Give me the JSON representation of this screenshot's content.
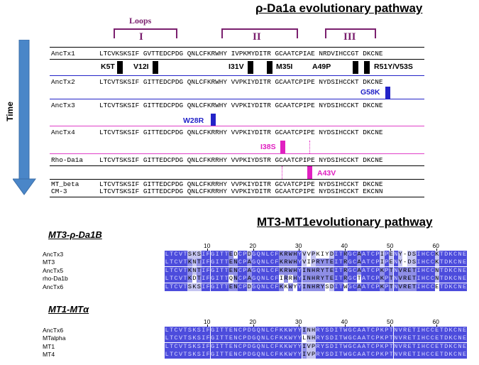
{
  "top": {
    "title": "ρ-Da1a evolutionary pathway",
    "time_label": "Time",
    "loops_label": "Loops",
    "loop_labels": [
      "I",
      "II",
      "III"
    ],
    "rows": [
      {
        "name": "AncTx1",
        "seq": "LTCVKSKSIF GVTTEDCPDG QNLCFKRWHY IVPKMYDITR GCAATCPIAE NRDVIHCCGT DKCNE",
        "line": "#000000"
      },
      {
        "name": "AncTx2",
        "seq": "LTCVTSKSIF GITTEDCPDG QNLCFKRWHY VVPKIYDITR GCAATCPIPE NYDSIHCCKT DKCNE",
        "line": "#2323c8"
      },
      {
        "name": "AncTx3",
        "seq": "LTCVTSKSIF GITTEDCPDG QNLCFKRWHY VVPKIYDITR GCAATCPIPE NYDSIHCCKT DKCNE",
        "line": "#2323c8"
      },
      {
        "name": "AncTx4",
        "seq": "LTCVTSKSIF GITTEDCPDG QNLCFKRRHY VVPKIYDITR GCAATCPIPE NYDSIHCCKT DKCNE",
        "line": "#e040c8"
      },
      {
        "name": "Rho-Da1a",
        "seq": "LTCVTSKSIF GITTEDCPDG QNLCFKRRHY VVPKIYDSTR GCAATCPIPE NYDSIHCCKT DKCNE",
        "line": "#000000"
      },
      {
        "name": "MT_beta",
        "seq": "LTCVTSKSIF GITTEDCPDG QNLCFKRRHY VVPKIYDITR GCVATCPIPE NYDSIHCCKT DKCNE",
        "line": null
      },
      {
        "name": "CM-3",
        "seq": "LTCVTSKSIF GITTEDCPDG QNLCFKRRHY VVPKIYDITR GCAATCPIPE NYDSIHCCKT EKCNN",
        "line": null
      }
    ],
    "mutations_row1": [
      "K5T",
      "V12I",
      "I31V",
      "M35I",
      "A49P",
      "R51Y/V53S"
    ],
    "mutation_g58k": "G58K",
    "mutation_w28r": "W28R",
    "mutation_i38s": "I38S",
    "mutation_a43v": "A43V",
    "colors": {
      "black": "#000000",
      "blue": "#2323c8",
      "magenta": "#e020c0",
      "arrow": "#4a86c8"
    }
  },
  "mid": {
    "title": "MT3-MT1evolutionary pathway"
  },
  "aln1": {
    "label": "MT3-ρ-Da1B",
    "ticks": [
      "10",
      "20",
      "30",
      "40",
      "50",
      "60"
    ],
    "rows": [
      {
        "name": "AncTx3",
        "seq": "LTCVTSKSIFGITTEDCPDGQNLCFKRWHYVVPKIYDITRGCAATCPIPENY-DSIHCCKTDKCNE"
      },
      {
        "name": "MT3",
        "seq": "LTCVTKNTIFGITTENCPAGQNLCFKRWHYVIPRYTEITRGCAATCPIPENY-DSIHCCKTDKCNE"
      },
      {
        "name": "AncTx5",
        "seq": "LTCVTKNTIFGITTENCPAGQNLCFKRWHYINHRYTEITRGCAATCPKPTNVRETIHCCNTDKCNE"
      },
      {
        "name": "rho-Da1b",
        "seq": "LTCVTKDTIFGITTQNCPAGQNLCFIRRHYINHRYTEITRGCTATCPKPTNVRETIHCCNTDKCNE"
      },
      {
        "name": "AncTx6",
        "seq": "LTCVTSKSIFGITTENCPDGQNLCFKKWYYINHRYSDITWGCAATCPKPTNVRETIHCCETDKCNE"
      }
    ]
  },
  "aln2": {
    "label": "MT1-MTα",
    "ticks": [
      "10",
      "20",
      "30",
      "40",
      "50",
      "60"
    ],
    "rows": [
      {
        "name": "AncTx6",
        "seq": "LTCVTSKSIFGITTENCPDGQNLCFKKWYYINHRYSDITWGCAATCPKPTNVRETIHCCETDKCNE"
      },
      {
        "name": "MTalpha",
        "seq": "LTCVTSKSIFGITTENCPDGQNLCFKKWYYLNHRYSDITWGCAATCPKPTNVRETIHCCETDKCNE"
      },
      {
        "name": "MT1",
        "seq": "LTCVTSKSIFGITTENCPDGQNLCFKKWYYIVPRYSDITWGCAATCPKPTNVRETIHCCETDKCNE"
      },
      {
        "name": "MT4",
        "seq": "LTCVTSKSIFGITTENCPDGQNLCFKKWYYIVPRYSDITWGCAATCPKPTNVRETIHCCETDKCNE"
      }
    ]
  }
}
